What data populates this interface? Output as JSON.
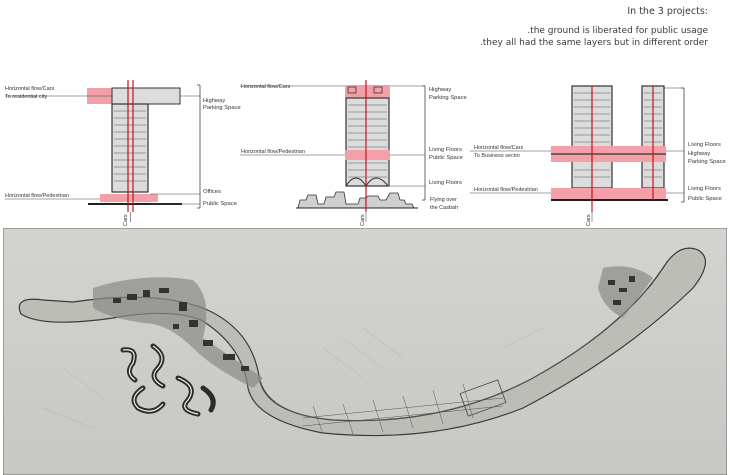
{
  "header": {
    "title": "In the 3 projects:",
    "line1": ".the ground is liberated for public usage",
    "line2": ".they all had the same layers but in different order"
  },
  "diagram1": {
    "flow_cars": "Horizontal flow/Cars",
    "flow_cars_sub": "To residential city",
    "highway": "Highway",
    "parking": "Parking Space",
    "offices": "Offices",
    "flow_pedestrian": "Horizontal flow/Pedestrian",
    "public_space": "Public Space",
    "cars": "Cars"
  },
  "diagram2": {
    "flow_cars": "Horizontal flow/Cars",
    "highway": "Highway",
    "parking": "Parking Space",
    "flow_pedestrian": "Horizontal flow/Pedestrian",
    "living_floors_mid": "Living Floors",
    "public_space": "Public Space",
    "living_floors_low": "Living Floors",
    "flying1": "Flying over",
    "flying2": "the Casbah",
    "cars": "Cars"
  },
  "diagram3": {
    "living_floors_top": "Living Floors",
    "flow_cars": "Horizontal flow/Cars",
    "flow_cars_sub": "To Business sector",
    "highway": "Highway",
    "parking": "Parking Space",
    "flow_pedestrian": "Horizontal flow/Pedestrian",
    "living_floors_low": "Living Floors",
    "public_space": "Public Space",
    "cars": "Cars"
  },
  "colors": {
    "highlight": "#f4a0a8",
    "axis": "#c0141e",
    "building": "#d9d9d9"
  }
}
